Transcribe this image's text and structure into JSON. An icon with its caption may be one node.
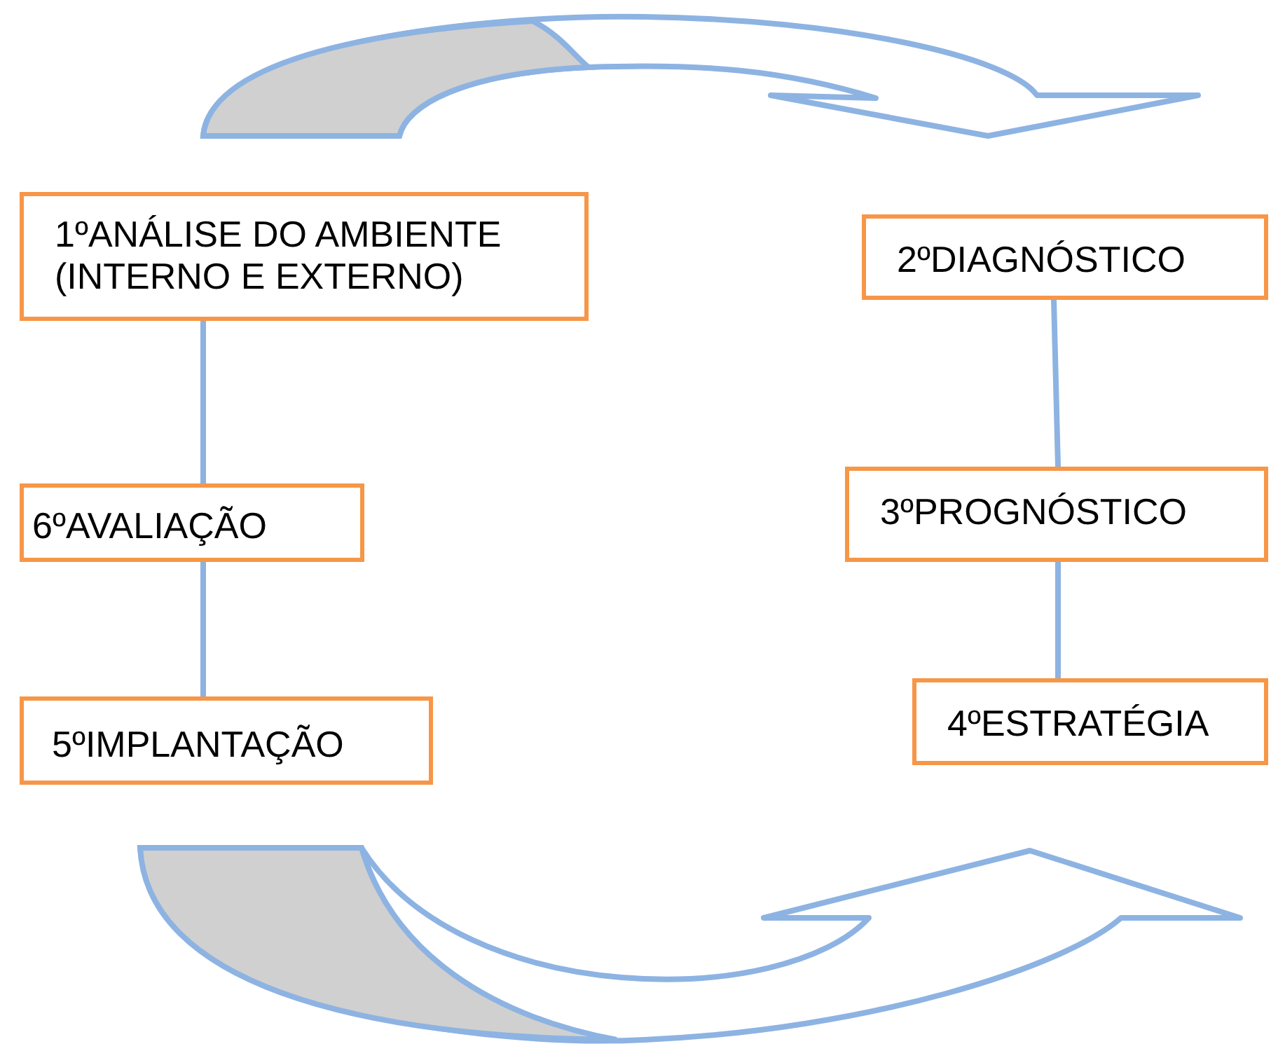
{
  "diagram": {
    "nodes": [
      {
        "text": [
          "1ºANÁLISE DO AMBIENTE (INTERNO E EXTERNO)"
        ]
      },
      {
        "text": [
          "2ºDIAGNÓSTICO"
        ]
      },
      {
        "text": [
          "3ºPROGNÓSTICO"
        ]
      },
      {
        "text": [
          "4ºESTRATÉGIA"
        ]
      },
      {
        "text": [
          "5ºIMPLANTAÇÃO"
        ]
      },
      {
        "text": [
          "6ºAVALIAÇÃO"
        ]
      }
    ],
    "edges": [
      {
        "from": 0,
        "to": 5,
        "arrow": "none"
      },
      {
        "from": 5,
        "to": 4,
        "arrow": "none"
      },
      {
        "from": 1,
        "to": 2,
        "arrow": "none"
      },
      {
        "from": 2,
        "to": 3,
        "arrow": "none"
      },
      {
        "from": 0,
        "to": 1,
        "arrow": "to",
        "style": "thick"
      },
      {
        "from": 4,
        "to": 3,
        "arrow": "to",
        "style": "thick"
      }
    ]
  }
}
